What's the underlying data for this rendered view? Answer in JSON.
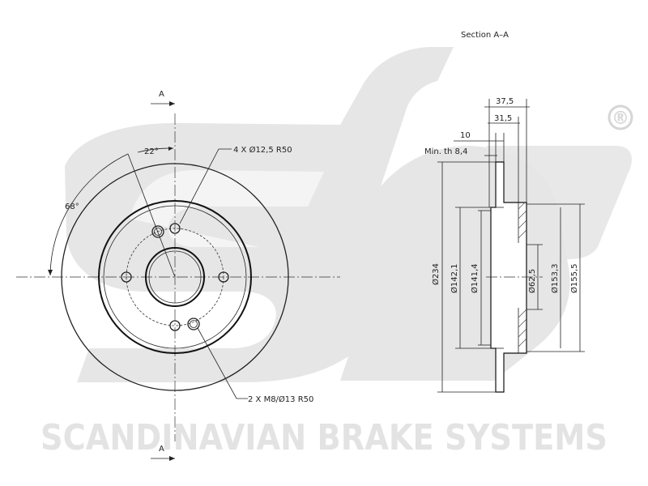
{
  "watermark": {
    "brand_text": "SCANDINAVIAN BRAKE SYSTEMS",
    "registered_mark": "®"
  },
  "front_view": {
    "section_marker_top": "A",
    "section_marker_bottom": "A",
    "angle_small": "22°",
    "angle_large": "68°",
    "bolt_holes_note": "4 X Ø12,5   R50",
    "threaded_holes_note": "2 X M8/Ø13   R50"
  },
  "section_view": {
    "title": "Section A–A",
    "overall_height": "37,5",
    "hat_height": "31,5",
    "disc_thickness": "10",
    "min_thickness": "Min. th 8,4",
    "diameters": [
      "Ø234",
      "Ø142,1",
      "Ø141,4",
      "Ø62,5",
      "Ø153,3",
      "Ø155,5"
    ]
  }
}
